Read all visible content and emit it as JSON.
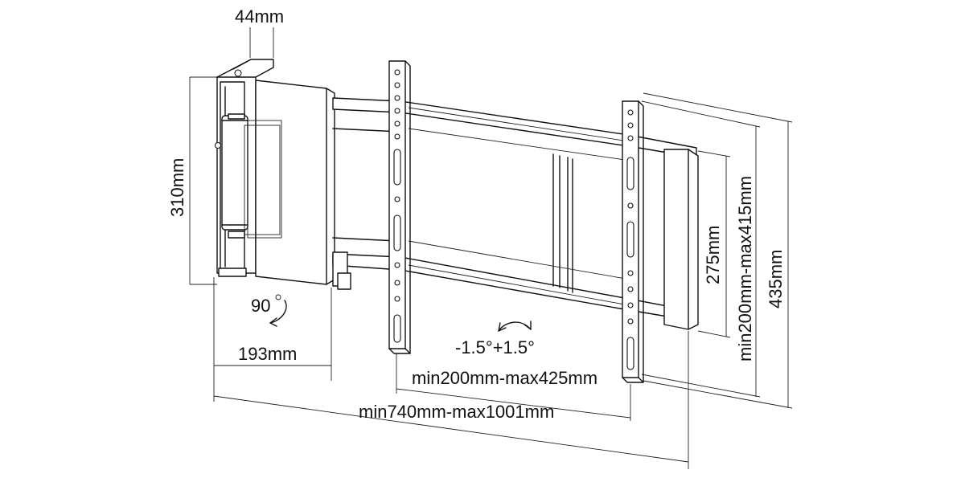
{
  "dimensions": {
    "plate_width": "44mm",
    "plate_height": "310mm",
    "swivel_angle": "90",
    "arm_depth": "193mm",
    "tilt_angle": "-1.5°+1.5°",
    "vesa_horizontal": "min200mm-max425mm",
    "total_width": "min740mm-max1001mm",
    "rail_spacing": "275mm",
    "vesa_vertical": "min200mm-max415mm",
    "total_height": "435mm"
  }
}
